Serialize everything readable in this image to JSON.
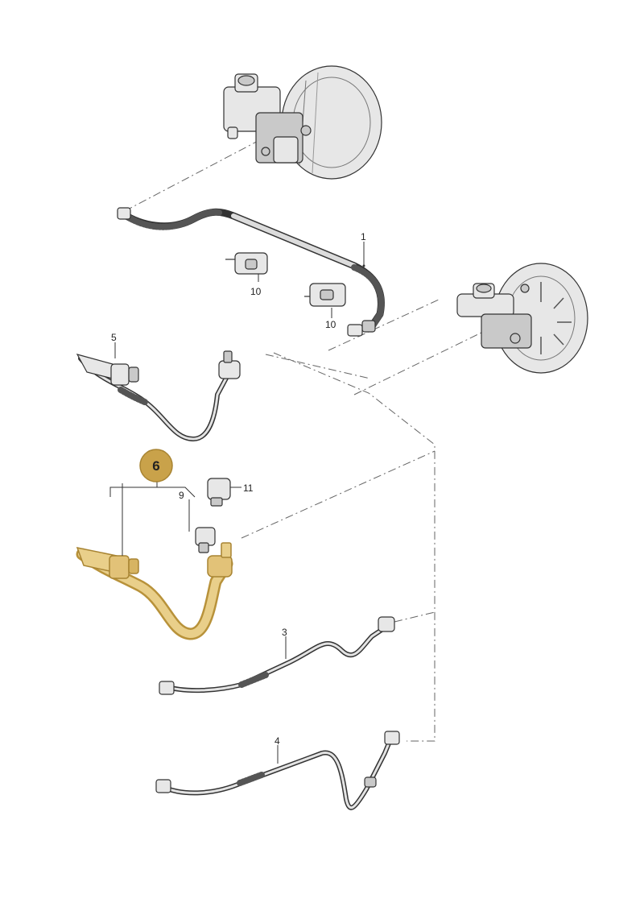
{
  "highlight_color": "#c9a24a",
  "callouts": {
    "c1": "1",
    "c3": "3",
    "c4": "4",
    "c5": "5",
    "c6": "6",
    "c9": "9",
    "c10a": "10",
    "c10b": "10",
    "c11": "11"
  }
}
